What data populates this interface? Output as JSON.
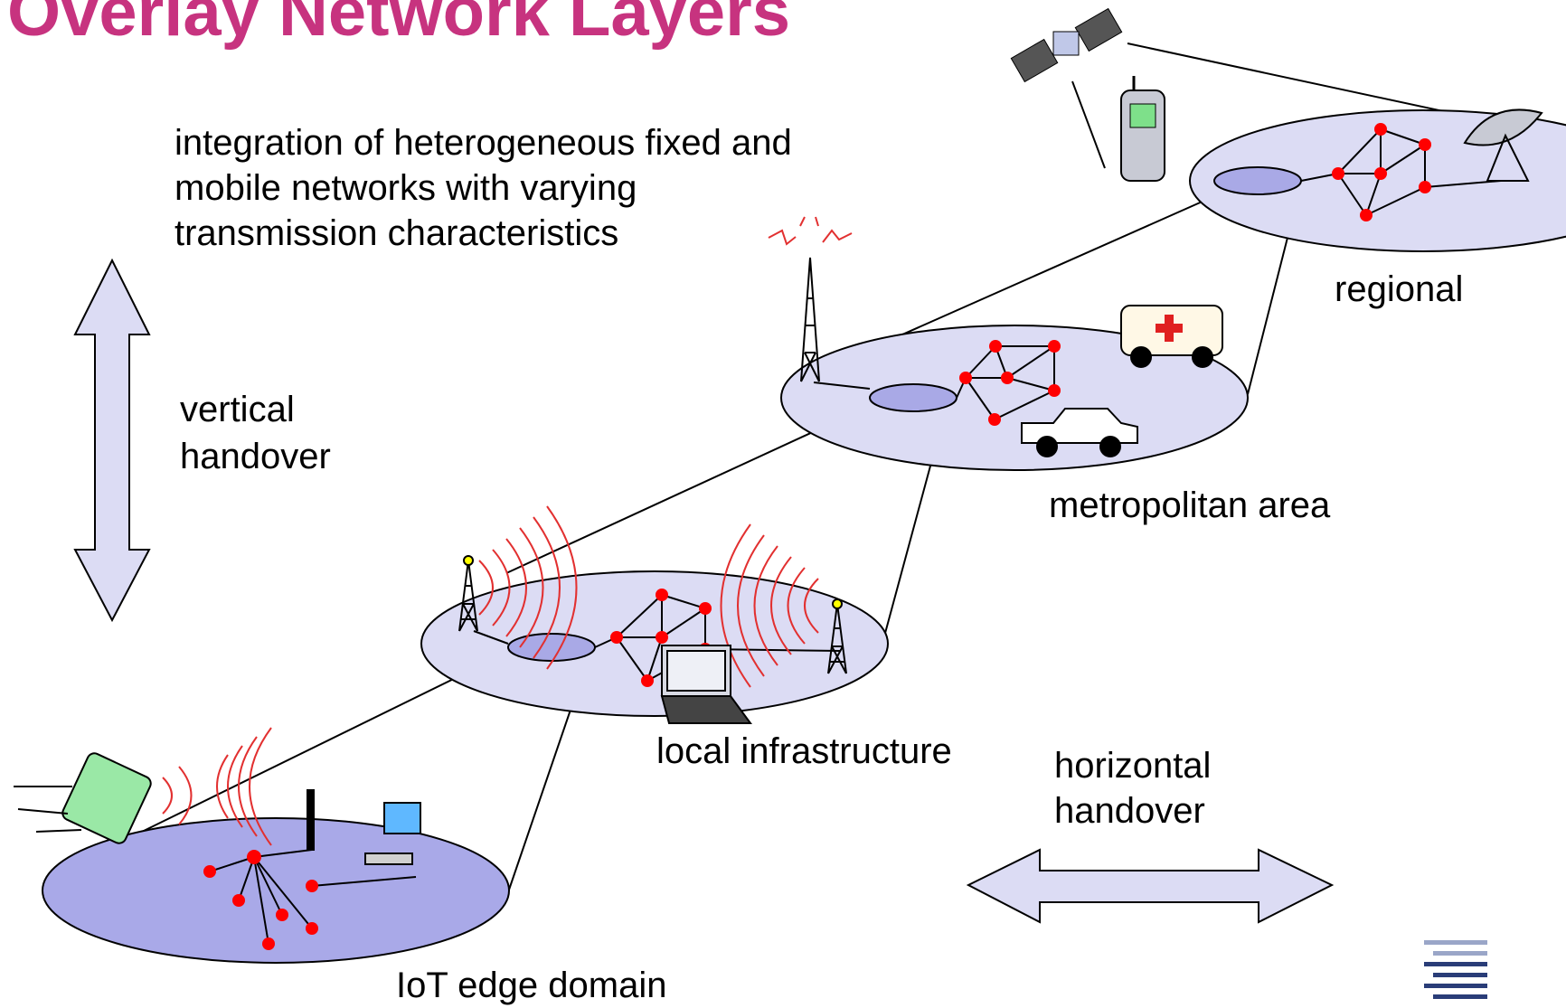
{
  "title": "Overlay Network Layers",
  "description_lines": [
    "integration of heterogeneous fixed and",
    "mobile networks with varying",
    "transmission characteristics"
  ],
  "vertical_label": [
    "vertical",
    "handover"
  ],
  "horizontal_label": [
    "horizontal",
    "handover"
  ],
  "layers": {
    "regional": "regional",
    "metro": "metropolitan area",
    "local": "local infrastructure",
    "iot": "IoT edge domain"
  },
  "colors": {
    "title": "#c7337f",
    "ellipse_fill": "#dcdcf4",
    "ellipse_fill_iot": "#a9a9e8",
    "hub_fill": "#a9a9e6",
    "node": "#ff0000",
    "waves": "#e23030",
    "arrow_fill": "#dcdcf4"
  }
}
